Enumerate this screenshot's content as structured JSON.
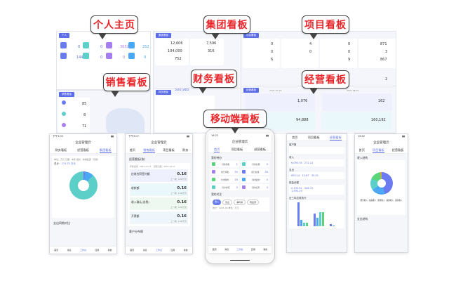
{
  "callouts": {
    "personal": "个人主页",
    "group": "集团看板",
    "project": "项目看板",
    "sales": "销售看板",
    "finance": "财务看板",
    "operating": "经营看板",
    "mobile": "移动端看板"
  },
  "colors": {
    "accent": "#5b6ee8",
    "callout_text": "#e8262a",
    "teal": "#5ccfc9",
    "purple": "#a57ef0",
    "blue": "#4aa8f5",
    "green": "#59d47a"
  },
  "personal": {
    "tag": "个人",
    "counts": [
      "0",
      "0",
      "3652",
      "252",
      "144",
      "0",
      "0",
      "0"
    ]
  },
  "sales_desktop": {
    "tag": "销售看板",
    "stats": [
      "85",
      "8",
      "71"
    ]
  },
  "group": {
    "tag": "集团看板",
    "values": [
      "12,606",
      "104,000",
      "752",
      "7,596",
      "316"
    ],
    "units": [
      "m²",
      "万元",
      "人"
    ]
  },
  "finance": {
    "tag": "财务看板",
    "value": "500,985"
  },
  "project": {
    "tag": "项目看板",
    "values": [
      "0",
      "0",
      "6",
      "4",
      "0",
      "0",
      "0",
      "9",
      "871",
      "3",
      "867",
      "2"
    ]
  },
  "operating": {
    "tag": "经营看板",
    "dates": [
      "2021-07-01",
      "2022-01-12",
      "2021-08-01",
      "2022-01-18"
    ],
    "values": [
      "1,076",
      "94,888",
      "162",
      "160,192"
    ]
  },
  "phone1": {
    "time": "下午3:00",
    "title": "企业管理云",
    "tabs": [
      "财务看板",
      "经营看板",
      "集团看板"
    ],
    "filters": "单位：万元  日期：本年  组织：前端集团（无锡）",
    "total_label": "总计：",
    "total": "274.75 万元",
    "section": "支出同期对比",
    "nav": [
      "首页",
      "消息",
      "工作台",
      "应用",
      "我的"
    ]
  },
  "phone2": {
    "time": "下午3:07",
    "title": "企业管理云",
    "tabs": [
      "首页",
      "销售看板",
      "项目看板",
      "财务"
    ],
    "section": "经营看板(收)",
    "start": "开始日期：2021-10-27",
    "end": "结束日期：2021-12-27",
    "items": [
      {
        "label": "应收合同签约额",
        "value": "0.16",
        "prev": "上一期：0.00万元"
      },
      {
        "label": "收款额",
        "value": "0.16",
        "prev": "上一期：0.00万元"
      },
      {
        "label": "收入确认(含税)",
        "value": "0.16",
        "prev": "上一期：0.00万元"
      },
      {
        "label": "开票额",
        "value": "0.16",
        "prev": "上一期：0.00万元"
      }
    ],
    "section2": "客户分布图",
    "nav": [
      "首页",
      "消息",
      "工作台",
      "应用",
      "我的"
    ]
  },
  "phone_center": {
    "time": "16:22",
    "title": "企业管理云",
    "tabs": [
      "首页",
      "项目看板",
      "经营看板"
    ],
    "section": "我的待办",
    "todos": [
      {
        "label": "待我审批",
        "count": "1"
      },
      {
        "label": "待我处理",
        "count": "0"
      },
      {
        "label": "我已审批",
        "count": "50"
      },
      {
        "label": "我已处理",
        "count": "28"
      },
      {
        "label": "抄送我的",
        "count": "16"
      },
      {
        "label": "我发起的",
        "count": "0"
      },
      {
        "label": "待办事项",
        "count": "0"
      },
      {
        "label": "我的任务",
        "count": "4"
      }
    ],
    "section2": "我的关注",
    "chips": [
      "收入",
      "支出",
      "净利润",
      "现金流"
    ],
    "period": "统计：2021-09  单位：万元",
    "nav": [
      "首页",
      "消息",
      "工作台",
      "应用",
      "我的"
    ]
  },
  "phone3": {
    "tabs": [
      "首页",
      "项目看板",
      "经营看板"
    ],
    "sections": [
      "客户数",
      "收入",
      "支出",
      "现金余额",
      "近三年应收执行"
    ],
    "values": [
      "6,095.78",
      "272.14",
      "850.14",
      "12.67",
      "35.01",
      "2,135.91",
      "546.72",
      "1,595.19"
    ]
  },
  "phone4": {
    "time": "16:02",
    "title": "企业管理云",
    "tabs": [
      "首页",
      "项目看板",
      "经营看板"
    ],
    "section": "收入结构",
    "section2": "支出结构",
    "legend": [
      "服务收入",
      "商品收入",
      "租金收入",
      "其他收入",
      "运营收入"
    ]
  }
}
